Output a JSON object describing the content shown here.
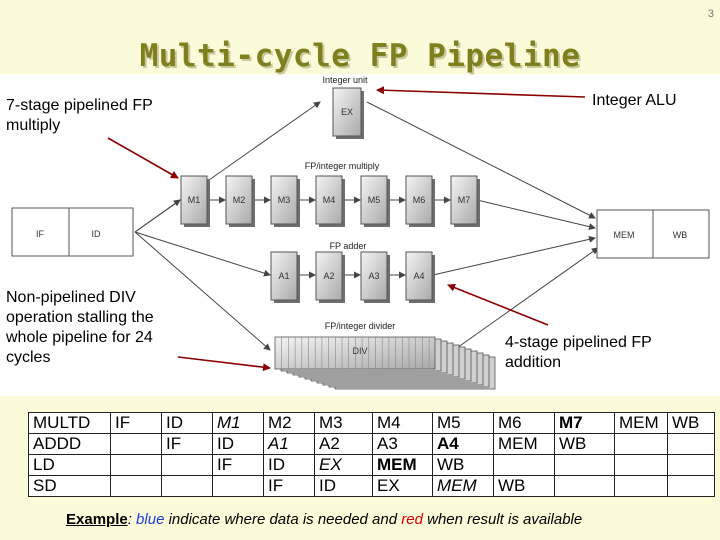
{
  "slide_number": "3",
  "title": "Multi-cycle FP Pipeline",
  "annotations": {
    "fp_multiply": "7-stage pipelined FP multiply",
    "integer_alu": "Integer ALU",
    "div": "Non-pipelined DIV operation stalling the whole pipeline for 24 cycles",
    "fp_add": "4-stage pipelined FP addition"
  },
  "diagram": {
    "integer_unit_label": "Integer unit",
    "ex": "EX",
    "multiply_label": "FP/integer multiply",
    "multiply_stages": [
      "M1",
      "M2",
      "M3",
      "M4",
      "M5",
      "M6",
      "M7"
    ],
    "adder_label": "FP adder",
    "adder_stages": [
      "A1",
      "A2",
      "A3",
      "A4"
    ],
    "divider_label": "FP/integer divider",
    "div": "DIV",
    "if": "IF",
    "id": "ID",
    "mem": "MEM",
    "wb": "WB"
  },
  "schedule": {
    "rows": [
      {
        "instr": "MULTD",
        "cells": [
          {
            "col": 1,
            "text": "IF"
          },
          {
            "col": 2,
            "text": "ID"
          },
          {
            "col": 3,
            "text": "M1",
            "style": "blue"
          },
          {
            "col": 4,
            "text": "M2"
          },
          {
            "col": 5,
            "text": "M3"
          },
          {
            "col": 6,
            "text": "M4"
          },
          {
            "col": 7,
            "text": "M5"
          },
          {
            "col": 8,
            "text": "M6"
          },
          {
            "col": 9,
            "text": "M7",
            "style": "red"
          },
          {
            "col": 10,
            "text": "MEM"
          },
          {
            "col": 11,
            "text": "WB"
          }
        ]
      },
      {
        "instr": "ADDD",
        "cells": [
          {
            "col": 2,
            "text": "IF"
          },
          {
            "col": 3,
            "text": "ID"
          },
          {
            "col": 4,
            "text": "A1",
            "style": "blue"
          },
          {
            "col": 5,
            "text": "A2"
          },
          {
            "col": 6,
            "text": "A3"
          },
          {
            "col": 7,
            "text": "A4",
            "style": "red"
          },
          {
            "col": 8,
            "text": "MEM"
          },
          {
            "col": 9,
            "text": "WB"
          }
        ]
      },
      {
        "instr": "LD",
        "cells": [
          {
            "col": 3,
            "text": "IF"
          },
          {
            "col": 4,
            "text": "ID"
          },
          {
            "col": 5,
            "text": "EX",
            "style": "blue"
          },
          {
            "col": 6,
            "text": "MEM",
            "style": "red"
          },
          {
            "col": 7,
            "text": "WB"
          }
        ]
      },
      {
        "instr": "SD",
        "cells": [
          {
            "col": 4,
            "text": "IF"
          },
          {
            "col": 5,
            "text": "ID"
          },
          {
            "col": 6,
            "text": "EX"
          },
          {
            "col": 7,
            "text": "MEM",
            "style": "blue"
          },
          {
            "col": 8,
            "text": "WB"
          }
        ]
      }
    ]
  },
  "caption": {
    "example": "Example",
    "colon": ":",
    "blue_word": "blue",
    "mid": "indicate where data is needed and",
    "red_word": "red",
    "end": "when result is available"
  },
  "colors": {
    "band": "#fbfbd9",
    "title": "#7f7f1e",
    "arrow": "#8b0000",
    "blue": "#1a3fe0",
    "red": "#e00000"
  }
}
